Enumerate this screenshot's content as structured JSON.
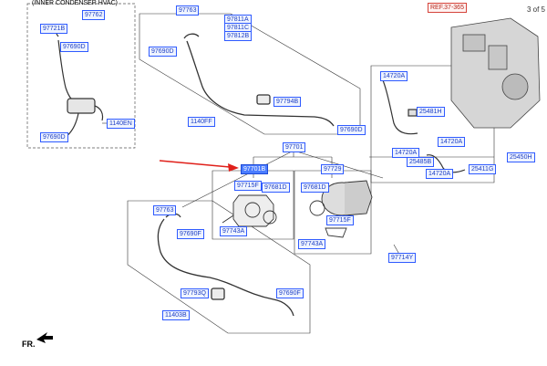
{
  "page_indicator": "3 of 5",
  "inset_title": "(INNER CONDENSER HVAC)",
  "front_marker": "FR.",
  "colors": {
    "label_border": "#2f5bff",
    "label_text": "#1d3fc4",
    "selected_fill": "#4b7dff",
    "ref_text": "#b5261a",
    "arrow": "#e0201a"
  },
  "callouts": {
    "inset_97762": "97762",
    "inset_97721b": "97721B",
    "inset_97690d_top": "97690D",
    "inset_1140en": "1140EN",
    "inset_97690d_bottom": "97690D",
    "top_97763": "97763",
    "top_97811a": "97811A",
    "top_97811c": "97811C",
    "top_97812b": "97812B",
    "top_97690d": "97690D",
    "top_97794b": "97794B",
    "top_1140ff": "1140FF",
    "top_97690d_right": "97690D",
    "assembly_97701": "97701",
    "selected_part": "97701B",
    "comp_97729": "97729",
    "ref_label": "REF.37-365",
    "comp_14720a_1": "14720A",
    "comp_25481h": "25481H",
    "comp_14720a_2": "14720A",
    "comp_14720a_3": "14720A",
    "comp_25485b": "25485B",
    "comp_14720a_4": "14720A",
    "comp_25411g": "25411G",
    "comp_25450h": "25450H",
    "left_97715f": "97715F",
    "left_97681d": "97681D",
    "left_97743a": "97743A",
    "right_97681d": "97681D",
    "right_97715f": "97715F",
    "right_97743a": "97743A",
    "bottom_97763": "97763",
    "bottom_97690f": "97690F",
    "bottom_97714y": "97714Y",
    "bottom_97793q": "97793Q",
    "bottom_97690f_right": "97690F",
    "bottom_11403b": "11403B"
  }
}
